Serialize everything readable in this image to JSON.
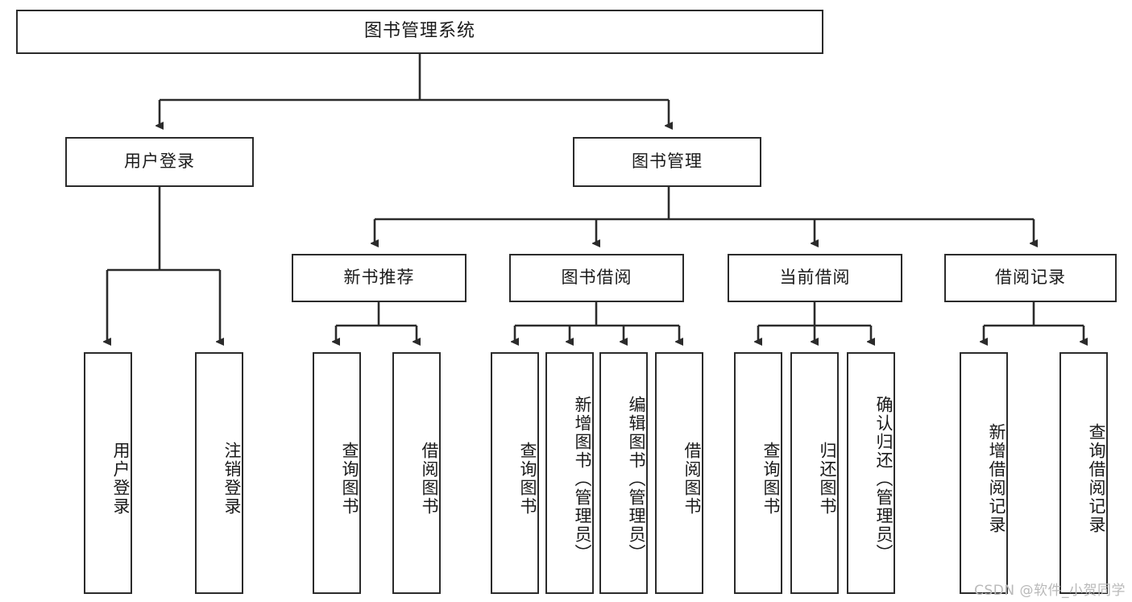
{
  "diagram": {
    "title": "图书管理系统",
    "watermark": "CSDN @软件_小贺同学",
    "stroke_color": "#2b2b2b",
    "fill_color": "#ffffff",
    "text_color": "#1a1a1a",
    "watermark_color": "#b9b9b9"
  },
  "nodes": {
    "root": {
      "label": "图书管理系统"
    },
    "level1": [
      {
        "label": "用户登录"
      },
      {
        "label": "图书管理"
      }
    ],
    "level2": [
      {
        "label": "新书推荐"
      },
      {
        "label": "图书借阅"
      },
      {
        "label": "当前借阅"
      },
      {
        "label": "借阅记录"
      }
    ],
    "leaves": {
      "user_login": [
        {
          "label": "用户登录"
        },
        {
          "label": "注销登录"
        }
      ],
      "new_book": [
        {
          "label": "查询图书"
        },
        {
          "label": "借阅图书"
        }
      ],
      "book_borrow": [
        {
          "label": "查询图书"
        },
        {
          "label": "新增图书（管理员）"
        },
        {
          "label": "编辑图书（管理员）"
        },
        {
          "label": "借阅图书"
        }
      ],
      "current_borrow": [
        {
          "label": "查询图书"
        },
        {
          "label": "归还图书"
        },
        {
          "label": "确认归还（管理员）"
        }
      ],
      "borrow_record": [
        {
          "label": "新增借阅记录"
        },
        {
          "label": "查询借阅记录"
        }
      ]
    }
  }
}
